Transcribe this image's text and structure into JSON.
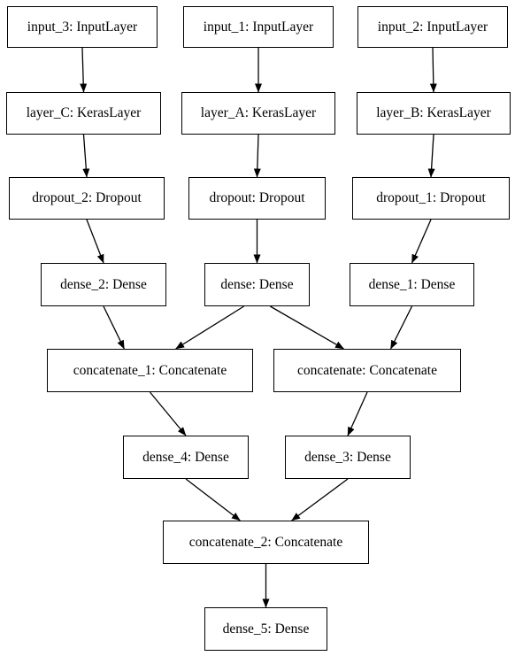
{
  "nodes": {
    "input_3": "input_3: InputLayer",
    "input_1": "input_1: InputLayer",
    "input_2": "input_2: InputLayer",
    "layer_C": "layer_C: KerasLayer",
    "layer_A": "layer_A: KerasLayer",
    "layer_B": "layer_B: KerasLayer",
    "dropout_2": "dropout_2: Dropout",
    "dropout": "dropout: Dropout",
    "dropout_1": "dropout_1: Dropout",
    "dense_2": "dense_2: Dense",
    "dense": "dense: Dense",
    "dense_1": "dense_1: Dense",
    "concatenate_1": "concatenate_1: Concatenate",
    "concatenate": "concatenate: Concatenate",
    "dense_4": "dense_4: Dense",
    "dense_3": "dense_3: Dense",
    "concatenate_2": "concatenate_2: Concatenate",
    "dense_5": "dense_5: Dense"
  },
  "edges": [
    [
      "input_3",
      "layer_C"
    ],
    [
      "input_1",
      "layer_A"
    ],
    [
      "input_2",
      "layer_B"
    ],
    [
      "layer_C",
      "dropout_2"
    ],
    [
      "layer_A",
      "dropout"
    ],
    [
      "layer_B",
      "dropout_1"
    ],
    [
      "dropout_2",
      "dense_2"
    ],
    [
      "dropout",
      "dense"
    ],
    [
      "dropout_1",
      "dense_1"
    ],
    [
      "dense_2",
      "concatenate_1"
    ],
    [
      "dense",
      "concatenate_1"
    ],
    [
      "dense",
      "concatenate"
    ],
    [
      "dense_1",
      "concatenate"
    ],
    [
      "concatenate_1",
      "dense_4"
    ],
    [
      "concatenate",
      "dense_3"
    ],
    [
      "dense_4",
      "concatenate_2"
    ],
    [
      "dense_3",
      "concatenate_2"
    ],
    [
      "concatenate_2",
      "dense_5"
    ]
  ],
  "colors": {
    "stroke": "#000000",
    "background": "#ffffff"
  }
}
